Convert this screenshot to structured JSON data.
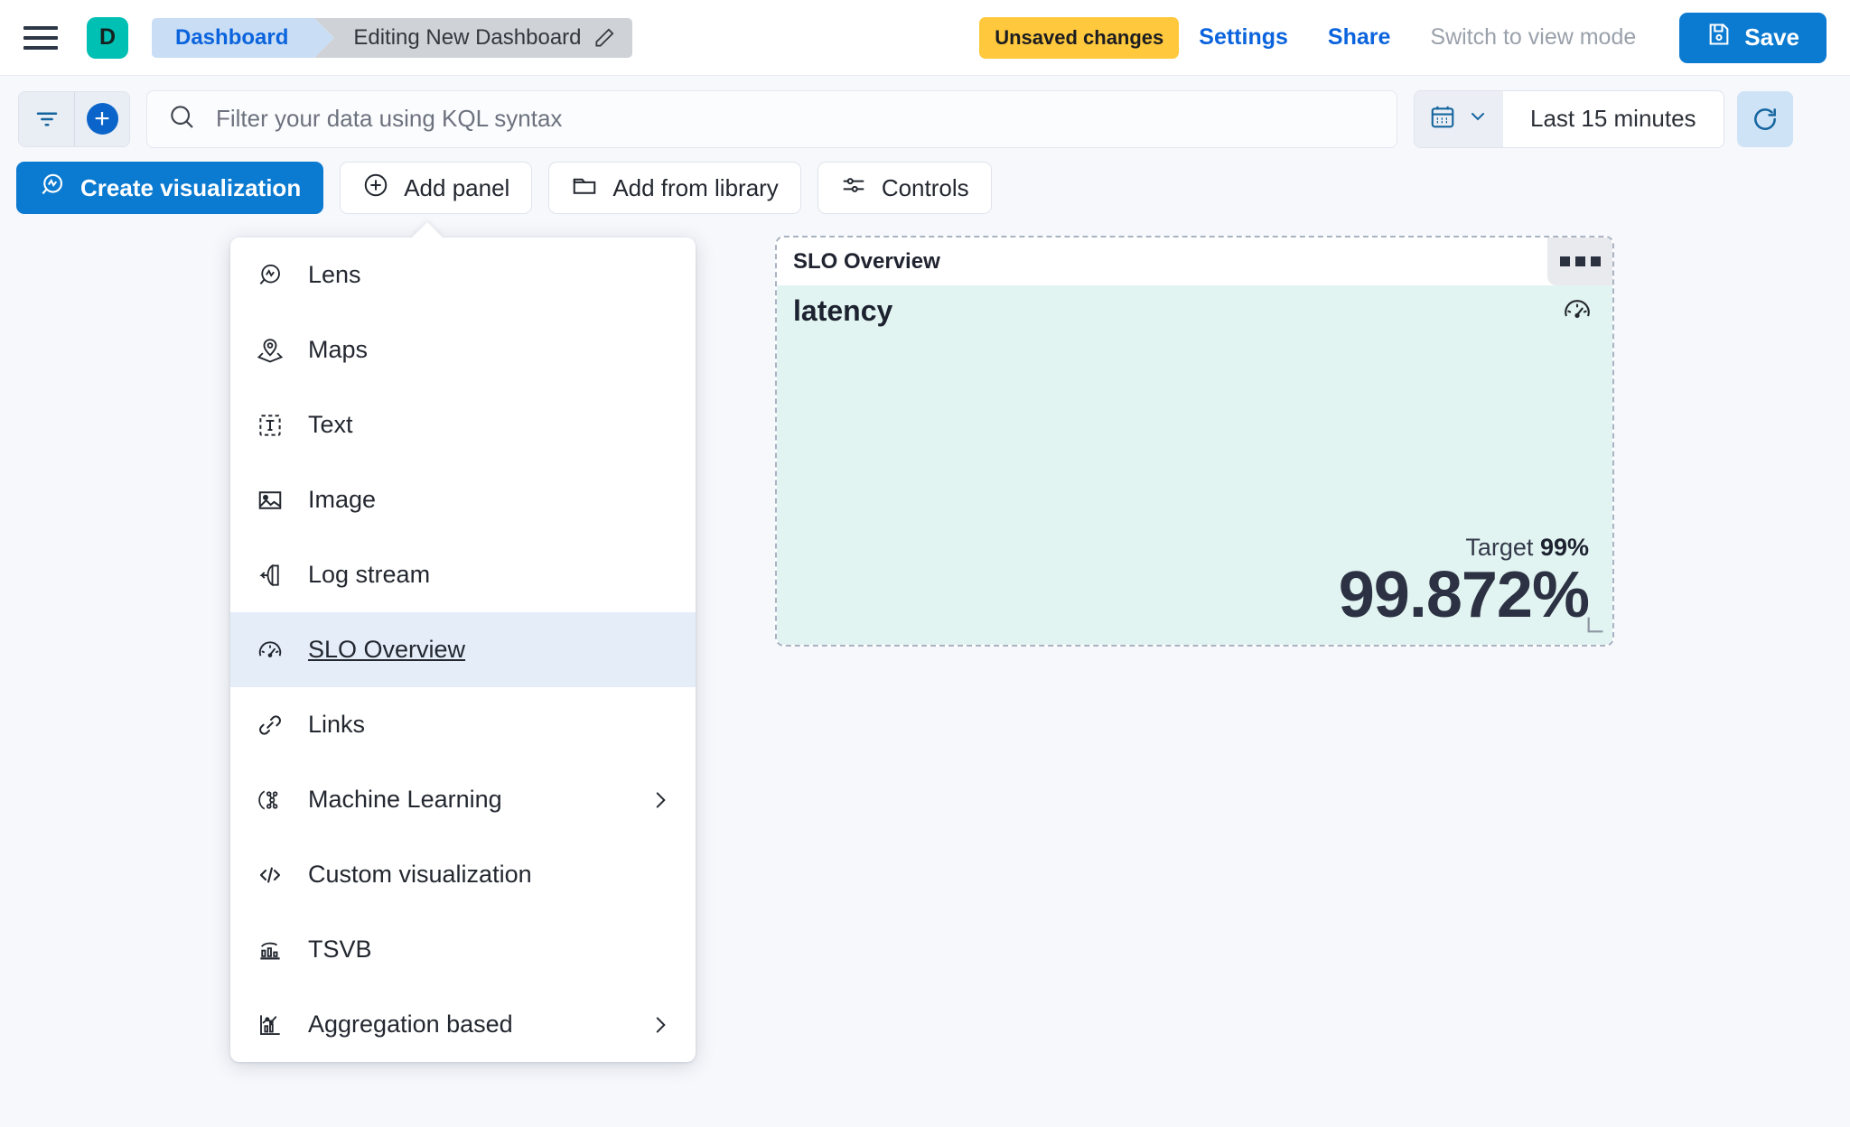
{
  "header": {
    "menu_icon": "hamburger-menu-icon",
    "avatar_initial": "D",
    "avatar_color": "#00BFB3",
    "breadcrumbs": [
      {
        "label": "Dashboard",
        "active": false
      },
      {
        "label": "Editing New Dashboard",
        "active": true
      }
    ],
    "edit_icon": "pencil-icon",
    "unsaved_badge": "Unsaved changes",
    "unsaved_badge_color": "#FFC83D",
    "links": [
      {
        "label": "Settings",
        "muted": false
      },
      {
        "label": "Share",
        "muted": false
      },
      {
        "label": "Switch to view mode",
        "muted": true
      }
    ],
    "save_label": "Save",
    "save_icon": "save-disk-icon",
    "accent_color": "#0b7ad1"
  },
  "query_bar": {
    "filter_icon": "filter-icon",
    "add_filter_icon": "plus-circle-icon",
    "search_icon": "search-icon",
    "search_placeholder": "Filter your data using KQL syntax",
    "search_value": "",
    "calendar_icon": "calendar-icon",
    "chevron_icon": "chevron-down-icon",
    "time_range": "Last 15 minutes",
    "refresh_icon": "refresh-icon"
  },
  "toolbar": {
    "buttons": [
      {
        "label": "Create visualization",
        "icon": "lens-icon",
        "primary": true
      },
      {
        "label": "Add panel",
        "icon": "plus-circle-outline-icon",
        "primary": false
      },
      {
        "label": "Add from library",
        "icon": "folder-icon",
        "primary": false
      },
      {
        "label": "Controls",
        "icon": "controls-sliders-icon",
        "primary": false
      }
    ]
  },
  "add_panel_menu": {
    "items": [
      {
        "label": "Lens",
        "icon": "lens-icon",
        "selected": false,
        "has_submenu": false
      },
      {
        "label": "Maps",
        "icon": "map-marker-icon",
        "selected": false,
        "has_submenu": false
      },
      {
        "label": "Text",
        "icon": "text-box-icon",
        "selected": false,
        "has_submenu": false
      },
      {
        "label": "Image",
        "icon": "image-icon",
        "selected": false,
        "has_submenu": false
      },
      {
        "label": "Log stream",
        "icon": "log-stream-icon",
        "selected": false,
        "has_submenu": false
      },
      {
        "label": "SLO Overview",
        "icon": "gauge-icon",
        "selected": true,
        "has_submenu": false
      },
      {
        "label": "Links",
        "icon": "link-icon",
        "selected": false,
        "has_submenu": false
      },
      {
        "label": "Machine Learning",
        "icon": "machine-learning-icon",
        "selected": false,
        "has_submenu": true
      },
      {
        "label": "Custom visualization",
        "icon": "code-brackets-icon",
        "selected": false,
        "has_submenu": false
      },
      {
        "label": "TSVB",
        "icon": "tsvb-chart-icon",
        "selected": false,
        "has_submenu": false
      },
      {
        "label": "Aggregation based",
        "icon": "aggregation-chart-icon",
        "selected": false,
        "has_submenu": true
      }
    ],
    "selected_highlight_color": "#E4EDF8"
  },
  "slo_panel": {
    "title": "SLO Overview",
    "context_menu_icon": "grid-dots-icon",
    "metric_name": "latency",
    "gauge_icon": "gauge-icon",
    "target_label": "Target",
    "target_value": "99%",
    "current_value": "99.872%",
    "body_color": "#E2F4F1",
    "border_style": "dashed",
    "resize_handle_icon": "resize-corner-icon"
  }
}
